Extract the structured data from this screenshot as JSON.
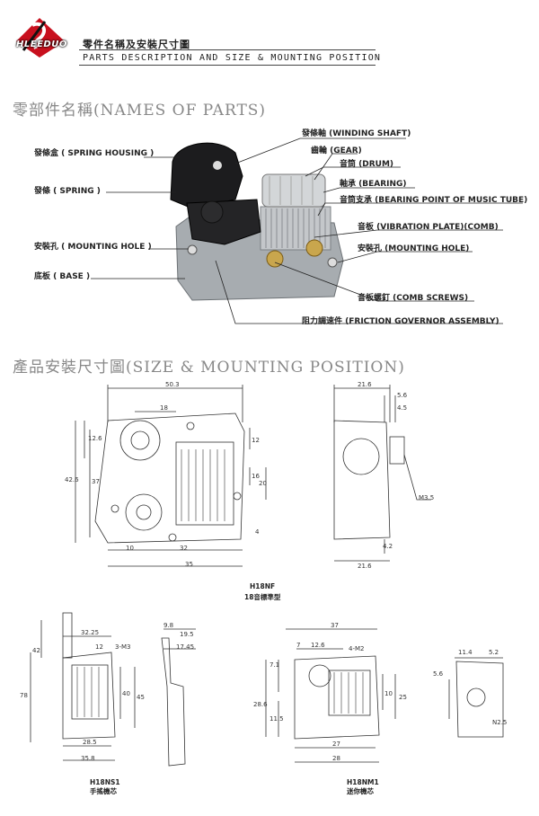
{
  "header": {
    "logo_text": "HLEEDUO",
    "title_cn": "零件名稱及安裝尺寸圖",
    "title_en": "PARTS DESCRIPTION AND SIZE & MOUNTING POSITION"
  },
  "names_section": {
    "title": "零部件名稱(NAMES OF PARTS)",
    "left_labels": [
      "發條盒 ( SPRING HOUSING )",
      "發條 ( SPRING )",
      "安裝孔 ( MOUNTING HOLE )",
      "底板 ( BASE )"
    ],
    "right_labels": [
      "發條軸 (WINDING  SHAFT)",
      "齒輪 (GEAR)",
      "音筒 (DRUM)",
      "軸承 (BEARING)",
      "音筒支承 (BEARING POINT OF MUSIC TUBE)",
      "音板 (VIBRATION PLATE)(COMB)",
      "安裝孔 (MOUNTING HOLE)",
      "音板螺釘 (COMB SCREWS)",
      "阻力調速件 (FRICTION GOVERNOR ASSEMBLY)"
    ]
  },
  "size_section": {
    "title": "產品安裝尺寸圖(SIZE & MOUNTING POSITION)",
    "main_dims": [
      "50.3",
      "18",
      "12.6",
      "37",
      "42.6",
      "10",
      "32",
      "35",
      "12",
      "16",
      "20",
      "4",
      "21.6",
      "5.6",
      "4.5",
      "M3.5",
      "4.2",
      "21.6"
    ],
    "main_caption_1": "H18NF",
    "main_caption_2": "18音標準型",
    "ns1_dims": [
      "42",
      "78",
      "32.25",
      "12",
      "3-M3",
      "40",
      "45",
      "28.5",
      "35.8",
      "9.8",
      "19.5",
      "17.45"
    ],
    "ns1_caption_1": "H18NS1",
    "ns1_caption_2": "手搖機芯",
    "nm1_dims": [
      "37",
      "7",
      "12.6",
      "4-M2",
      "7.1",
      "28.6",
      "11.5",
      "10",
      "25",
      "27",
      "28",
      "11.4",
      "5.2",
      "5.6",
      "N2.5"
    ],
    "nm1_caption_1": "H18NM1",
    "nm1_caption_2": "迷你機芯"
  }
}
